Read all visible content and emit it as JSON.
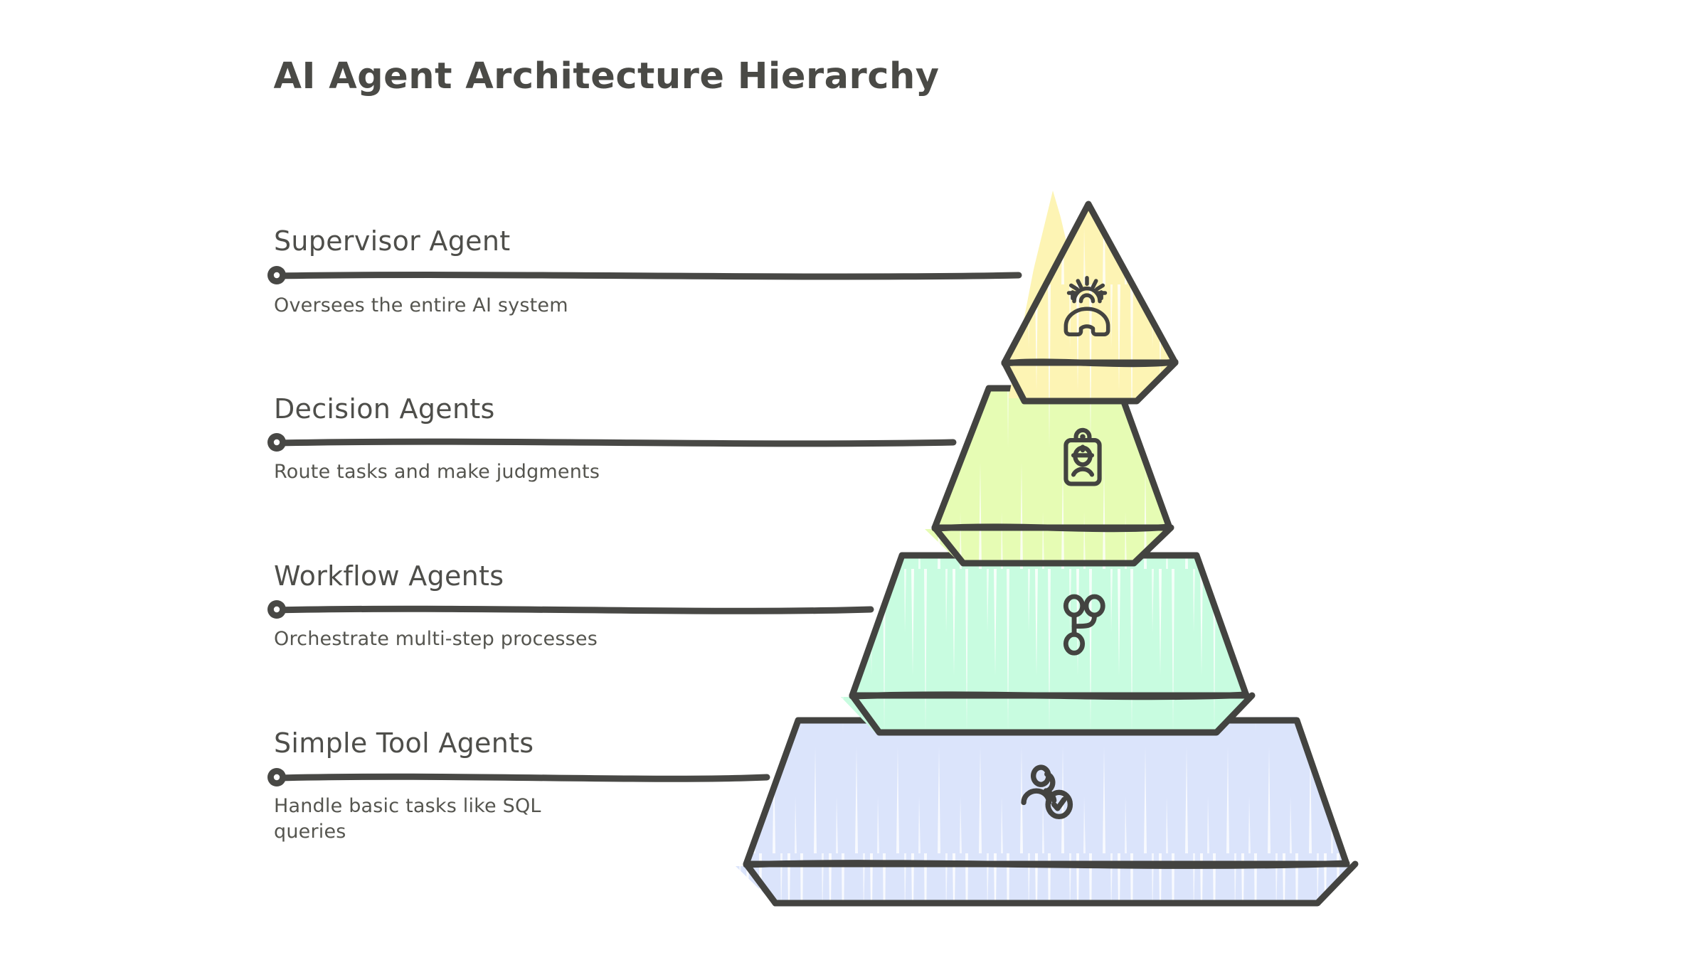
{
  "page": {
    "title": "AI Agent Architecture Hierarchy",
    "background": "#ffffff",
    "stroke_color": "#434340",
    "text_color": "#4e4e4a"
  },
  "diagram": {
    "type": "pyramid-hierarchy",
    "levels": 4,
    "orientation": "top-to-bottom",
    "label_side": "left"
  },
  "levels": [
    {
      "index": 1,
      "position": "top",
      "label": "Supervisor Agent",
      "description": "Oversees the entire AI system",
      "fill": "#fdf4b4",
      "icon": "user-cog-icon",
      "shape": "triangle"
    },
    {
      "index": 2,
      "position": "second",
      "label": "Decision Agents",
      "description": "Route tasks and make judgments",
      "fill": "#e6fcb4",
      "icon": "id-badge-person-icon",
      "shape": "trapezoid"
    },
    {
      "index": 3,
      "position": "third",
      "label": "Workflow Agents",
      "description": "Orchestrate multi-step processes",
      "fill": "#c8fce0",
      "icon": "git-branch-icon",
      "shape": "trapezoid"
    },
    {
      "index": 4,
      "position": "bottom",
      "label": "Simple Tool Agents",
      "description": "Handle basic tasks like SQL queries",
      "description_lines": [
        "Handle basic tasks like SQL",
        "queries"
      ],
      "fill": "#dbe4fb",
      "icon": "users-check-icon",
      "shape": "trapezoid"
    }
  ]
}
